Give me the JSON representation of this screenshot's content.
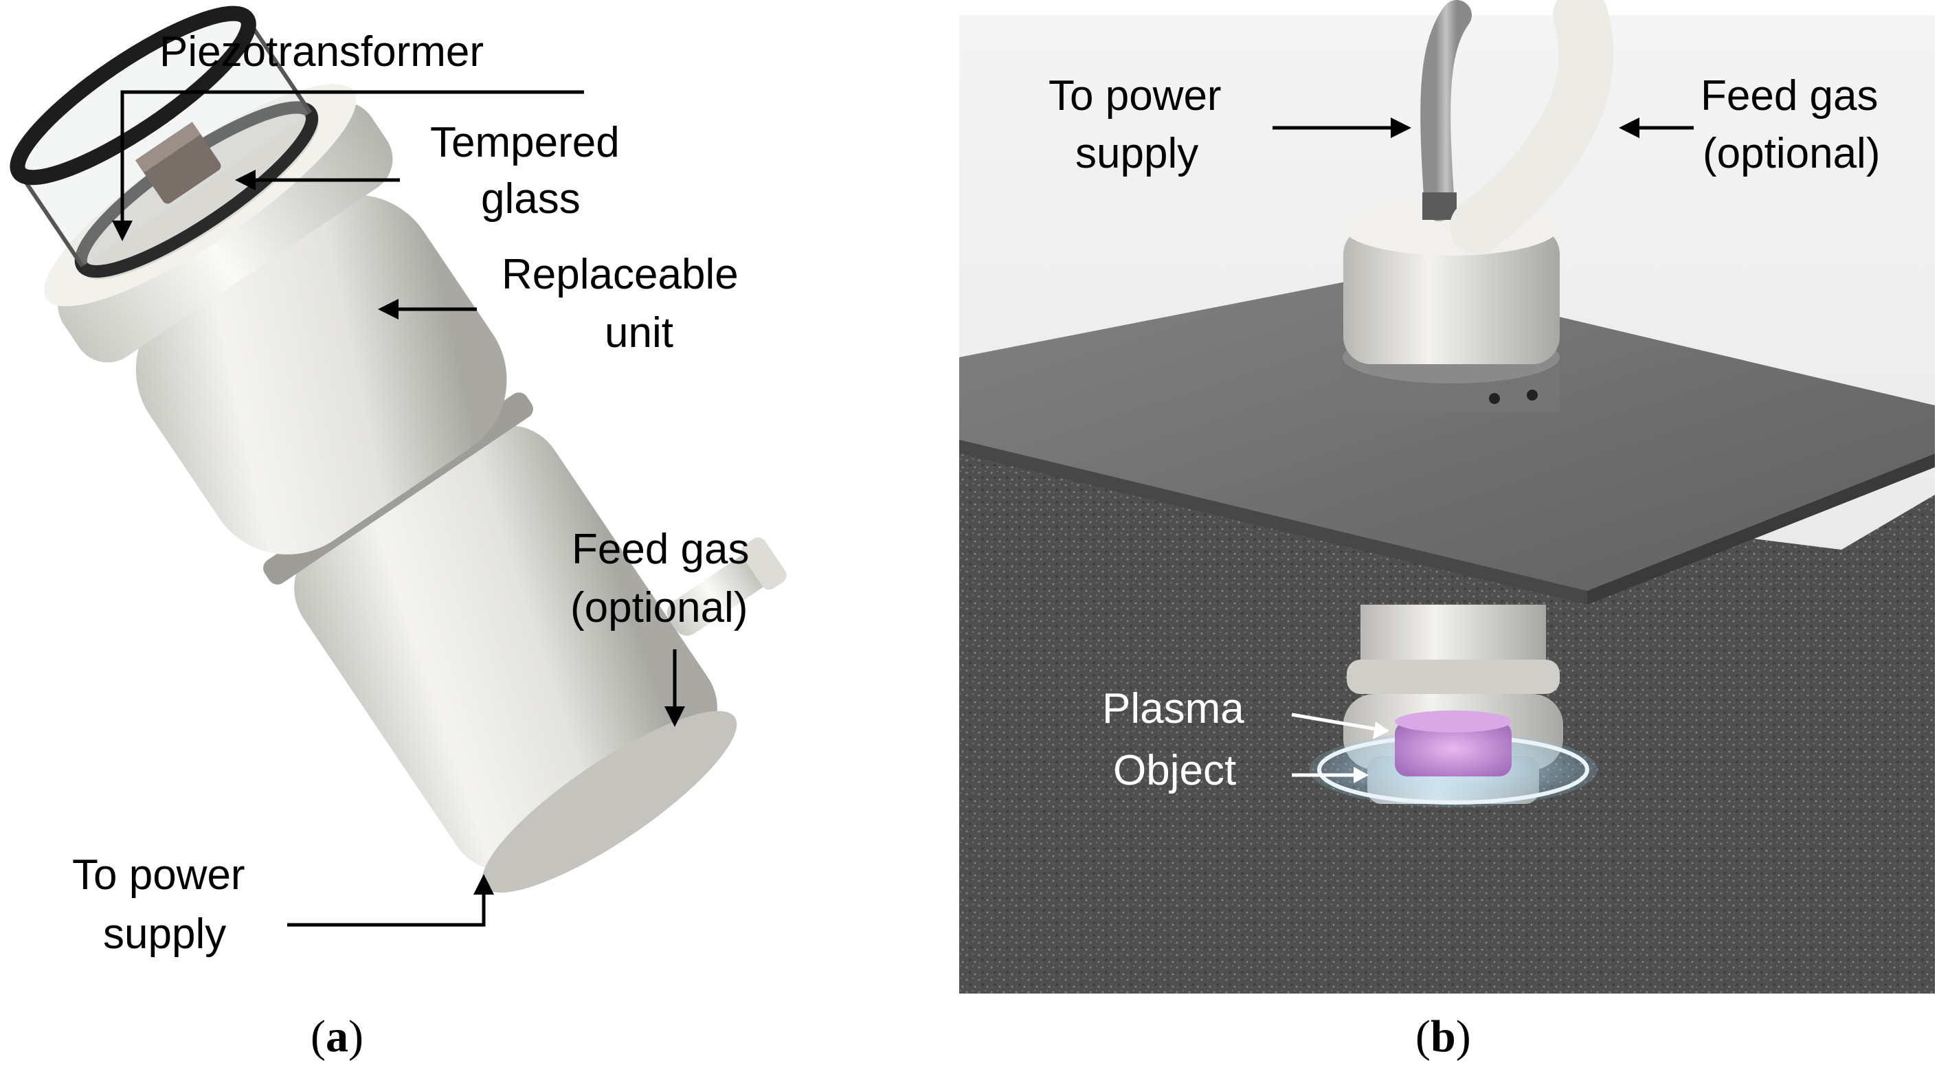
{
  "panel_a": {
    "labels": {
      "piezotransformer": "Piezotransformer",
      "tempered_1": "Tempered",
      "tempered_2": "glass",
      "replaceable_1": "Replaceable",
      "replaceable_2": "unit",
      "feed_1": "Feed gas",
      "feed_2": "(optional)",
      "power_1": "To power",
      "power_2": "supply"
    },
    "caption_open": "(",
    "caption_letter": "a",
    "caption_close": ")"
  },
  "panel_b": {
    "labels": {
      "power_1": "To power",
      "power_2": "supply",
      "feed_1": "Feed gas",
      "feed_2": "(optional)",
      "plasma": "Plasma",
      "object": "Object"
    },
    "caption_open": "(",
    "caption_letter": "b",
    "caption_close": ")"
  },
  "colors": {
    "body_white": "#e9e8e3",
    "plate_gray": "#6f6f6f",
    "floor_gray": "#4f4f4f",
    "plasma_pink": "#c88fd8",
    "glow_blue": "#8fc4e6"
  }
}
